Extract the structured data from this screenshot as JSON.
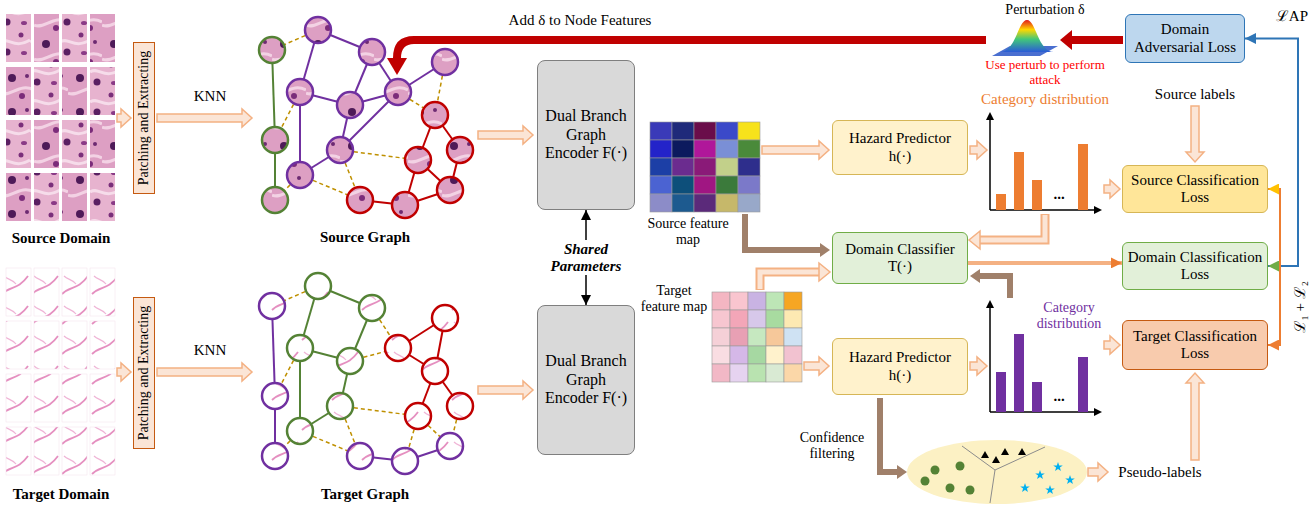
{
  "diagram": {
    "nodes": [
      {
        "text": [
          "Patching and Extracting"
        ]
      },
      {
        "text": [
          "Dual Branch Graph Encoder F(·)"
        ]
      },
      {
        "text": [
          "Domain Adversarial Loss"
        ]
      },
      {
        "text": [
          "Hazard Predictor h(·)"
        ]
      },
      {
        "text": [
          "Source Classification Loss"
        ]
      },
      {
        "text": [
          "Domain Classifier T(·)"
        ]
      },
      {
        "text": [
          "Domain Classification Loss"
        ]
      },
      {
        "text": [
          "Patching and Extracting"
        ]
      },
      {
        "text": [
          "Dual Branch Graph Encoder F(·)"
        ]
      },
      {
        "text": [
          "Hazard Predictor h(·)"
        ]
      },
      {
        "text": [
          "Target Classification Loss"
        ]
      }
    ],
    "edges": [
      {
        "from": 1,
        "to": 8,
        "arrow": "both",
        "label": "Shared Parameters"
      },
      {
        "from": 5,
        "to": 6,
        "arrow": "to"
      },
      {
        "from": 6,
        "to": 2,
        "arrow": "both",
        "label": "ℒAP"
      },
      {
        "from": 4,
        "to": 10,
        "arrow": "both",
        "label": "ℒ₁ + ℒ₂"
      }
    ],
    "labels": [
      "Source Domain",
      "KNN",
      "Source Graph",
      "Add δ to Node Features",
      "Perturbation δ",
      "Use perturb to perform attack",
      "Category distribution",
      "...",
      "Source labels",
      "Source feature map",
      "Target feature map",
      "Category distribution",
      "...",
      "Target Domain",
      "KNN",
      "Target Graph",
      "Confidence filtering",
      "Pseudo-labels"
    ]
  }
}
